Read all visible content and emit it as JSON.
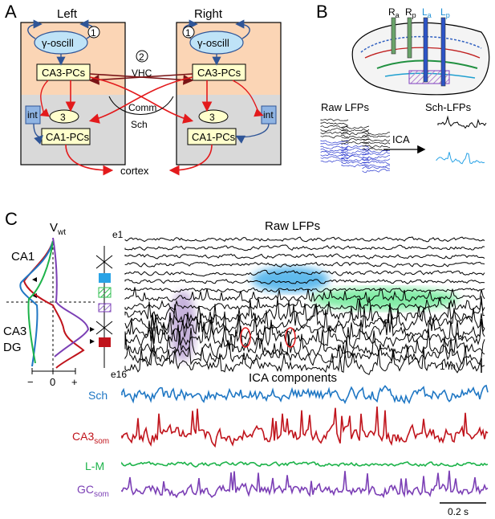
{
  "panels": {
    "a": {
      "label": "A",
      "left_title": "Left",
      "right_title": "Right",
      "gamma": "γ-oscill",
      "ca3": "CA3-PCs",
      "ca1": "CA1-PCs",
      "int": "int",
      "num1": "1",
      "num2": "2",
      "num3": "3",
      "vhc": "VHC",
      "comm": "Comm",
      "sch": "Sch",
      "cortex": "cortex",
      "colors": {
        "top": "#fbd5b5",
        "bottom": "#d9d9d9",
        "oscill": "#bfe3f7",
        "pc_box": "#ffffcc",
        "int_box": "#8fb4e3",
        "arrow_red": "#e31a1c",
        "arrow_dark": "#7a1416",
        "arrow_blue": "#2f5597"
      }
    },
    "b": {
      "label": "B",
      "ra": "R",
      "ra_sub": "a",
      "rp": "R",
      "rp_sub": "p",
      "la": "L",
      "la_sub": "a",
      "lp": "L",
      "lp_sub": "p",
      "raw": "Raw LFPs",
      "ica": "ICA",
      "sch": "Sch-LFPs"
    },
    "c": {
      "label": "C",
      "vwt": "V",
      "vwt_sub": "wt",
      "ca1": "CA1",
      "ca3": "CA3",
      "dg": "DG",
      "tick_minus": "−",
      "tick_zero": "0",
      "tick_plus": "+",
      "raw_title": "Raw LFPs",
      "e1": "e1",
      "e16": "e16",
      "scale_mv": "1 mV",
      "ica_title": "ICA components",
      "scale_time": "0.2 s",
      "components": [
        {
          "name": "Sch",
          "sub": "",
          "color": "#1f77c4"
        },
        {
          "name": "CA3",
          "sub": "som",
          "color": "#c0141c"
        },
        {
          "name": "L-M",
          "sub": "",
          "color": "#1db34a"
        },
        {
          "name": "GC",
          "sub": "som",
          "color": "#7b3fb5"
        }
      ]
    }
  }
}
